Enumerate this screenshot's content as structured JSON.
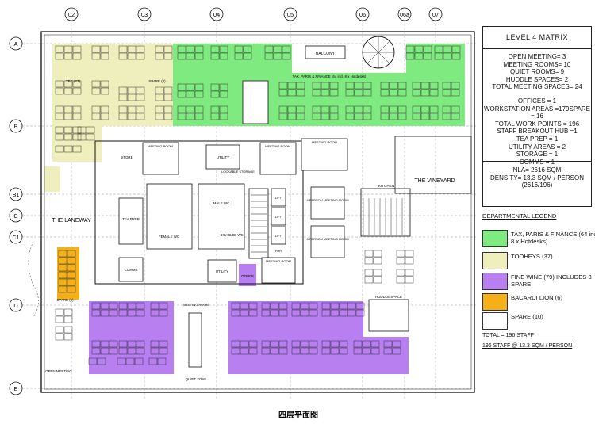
{
  "grid": {
    "columns": [
      "02",
      "03",
      "04",
      "05",
      "06",
      "06a",
      "07"
    ],
    "rows": [
      "A",
      "B",
      "B1",
      "C",
      "C1",
      "D",
      "E"
    ]
  },
  "rooms": {
    "balcony": "BALCONY",
    "the_laneway": "THE LANEWAY",
    "the_vineyard": "THE VINEYARD",
    "kitchen": "KITCHEN",
    "tax_zone": "TAX, PARIS & FINANCE (64 incl. 8 x Hotdesks)",
    "tbc": "TBC (27)",
    "spare_a": "SPARE (8)",
    "spare_b": "SPARE (6)",
    "tea_prep": "TEA PREP",
    "female_wc": "FEMALE WC",
    "male_wc": "MALE WC",
    "utility": "UTILITY",
    "storage": "STORE",
    "lockable_storage": "LOCKABLE STORAGE",
    "comms": "COMMS",
    "office": "OFFICE",
    "open_meeting": "OPEN MEETING",
    "quiet_zone": "QUIET ZONE",
    "huddle_space": "HUDDLE SPACE",
    "meeting_room_8p": "8 PERSON MEETING ROOM",
    "meeting_room": "MEETING ROOM",
    "lift": "LIFT",
    "disabled_wc": "DISABLED WC",
    "fhr": "FHR"
  },
  "matrix": {
    "title": "LEVEL 4 MATRIX",
    "block1": [
      "OPEN MEETING= 3",
      "MEETING ROOMS= 10",
      "QUIET ROOMS= 9",
      "HUDDLE SPACES= 2",
      "TOTAL MEETING SPACES= 24"
    ],
    "block2": [
      "OFFICES = 1",
      "WORKSTATION AREAS =179SPARE = 16",
      "TOTAL WORK POINTS = 196",
      "STAFF BREAKOUT HUB =1",
      "TEA PREP = 1",
      "UTILITY AREAS = 2",
      "STORAGE = 1",
      "COMMS = 1"
    ],
    "block3": [
      "NLA= 2616 SQM",
      "DENSITY= 13.3 SQM / PERSON",
      "(2616/196)"
    ]
  },
  "legend": {
    "title": "DEPARTMENTAL LEGEND",
    "items": [
      {
        "label": "TAX, PARIS & FINANCE (64 incl. 8 x Hotdesks)",
        "color": "#7fea7f"
      },
      {
        "label": "TOOHEYS (37)",
        "color": "#efefbd"
      },
      {
        "label": "FINE WINE (79) INCLUDES 3 SPARE",
        "color": "#b77ff0"
      },
      {
        "label": "BACARDI LION (6)",
        "color": "#f5b018"
      },
      {
        "label": "SPARE (10)",
        "color": "#ffffff"
      }
    ],
    "total": "TOTAL = 196 STAFF",
    "density": "196 STAFF @ 13.3 SQM / PERSON"
  },
  "caption": "四层平面图"
}
